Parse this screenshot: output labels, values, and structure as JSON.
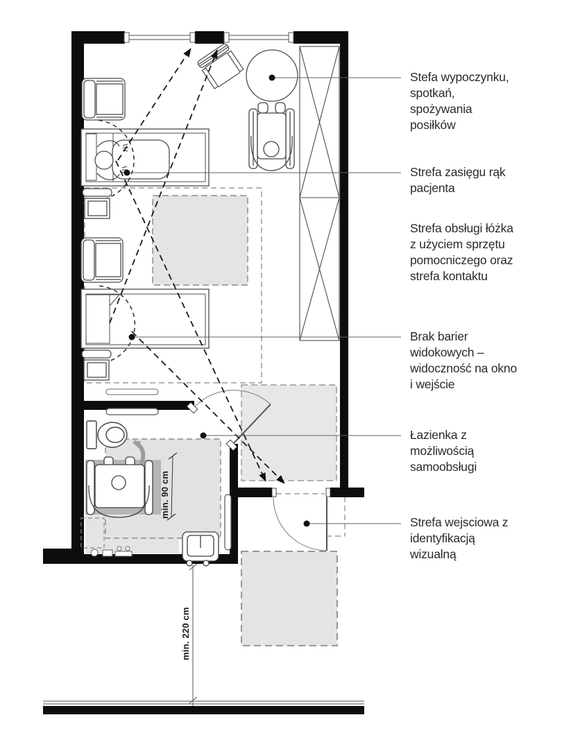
{
  "diagram": {
    "kind": "accessible patient room floor plan"
  },
  "annotations": {
    "items": [
      {
        "text": "Stefa wypoczynku,\nspotkań,\nspożywania\nposiłków"
      },
      {
        "text": "Strefa zasięgu rąk\npacjenta"
      },
      {
        "text": "Strefa obsługi łóżka\nz użyciem sprzętu\npomocniczego oraz\nstrefa kontaktu"
      },
      {
        "text": "Brak barier\nwidokowych –\nwidoczność na okno\ni wejście"
      },
      {
        "text": "Łazienka z\nmożliwością\nsamoobsługi"
      },
      {
        "text": "Strefa wejsciowa z\nidentyfikacją\nwizualną"
      }
    ]
  },
  "dimensions": {
    "bathroom_clearance": "min. 90 cm",
    "corridor_clearance": "min. 220 cm"
  },
  "colors": {
    "wall": "#0d0d0d",
    "furniture_line": "#4b4b4b",
    "zone_light": "#e4e4e4",
    "zone_dark": "#b6b6b6",
    "zone_border": "#9a9a9a",
    "sight_line": "#1a1a1a",
    "leader_line": "#606060",
    "text": "#2a2a2a",
    "arrow_gray": "#9d9d9d"
  }
}
